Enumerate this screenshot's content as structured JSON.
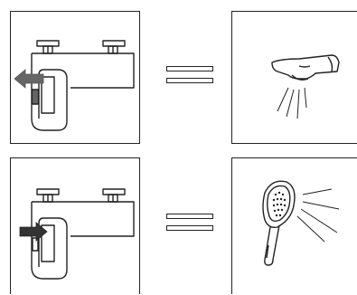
{
  "diagram": {
    "rows": [
      {
        "diverter_position": "pulled-out",
        "arrow_direction": "left",
        "arrow_fill": "#666666",
        "relation": "equals",
        "result": "bath-spout"
      },
      {
        "diverter_position": "pushed-in",
        "arrow_direction": "right",
        "arrow_fill": "#333333",
        "relation": "equals",
        "result": "hand-shower"
      }
    ],
    "colors": {
      "line": "#222222",
      "background": "#ffffff"
    }
  }
}
